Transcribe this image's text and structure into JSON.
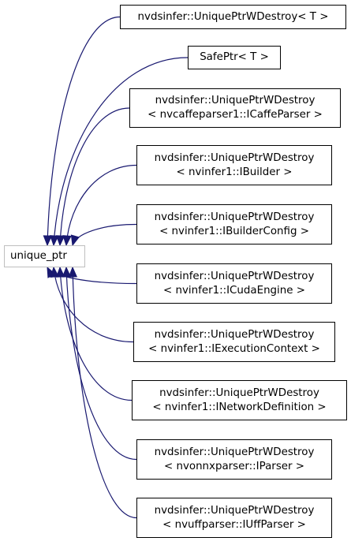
{
  "diagram": {
    "type": "inheritance",
    "colors": {
      "edge": "#191970",
      "node_border": "#000000",
      "base_border": "#bfbfbf"
    },
    "base": {
      "label": "unique_ptr"
    },
    "derived": [
      {
        "id": "d0",
        "lines": [
          "nvdsinfer::UniquePtrWDestroy< T >"
        ]
      },
      {
        "id": "d1",
        "lines": [
          "SafePtr< T >"
        ]
      },
      {
        "id": "d2",
        "lines": [
          "nvdsinfer::UniquePtrWDestroy",
          "< nvcaffeparser1::ICaffeParser >"
        ]
      },
      {
        "id": "d3",
        "lines": [
          "nvdsinfer::UniquePtrWDestroy",
          "< nvinfer1::IBuilder >"
        ]
      },
      {
        "id": "d4",
        "lines": [
          "nvdsinfer::UniquePtrWDestroy",
          "< nvinfer1::IBuilderConfig >"
        ]
      },
      {
        "id": "d5",
        "lines": [
          "nvdsinfer::UniquePtrWDestroy",
          "< nvinfer1::ICudaEngine >"
        ]
      },
      {
        "id": "d6",
        "lines": [
          "nvdsinfer::UniquePtrWDestroy",
          "< nvinfer1::IExecutionContext >"
        ]
      },
      {
        "id": "d7",
        "lines": [
          "nvdsinfer::UniquePtrWDestroy",
          "< nvinfer1::INetworkDefinition >"
        ]
      },
      {
        "id": "d8",
        "lines": [
          "nvdsinfer::UniquePtrWDestroy",
          "< nvonnxparser::IParser >"
        ]
      },
      {
        "id": "d9",
        "lines": [
          "nvdsinfer::UniquePtrWDestroy",
          "< nvuffparser::IUffParser >"
        ]
      }
    ]
  }
}
